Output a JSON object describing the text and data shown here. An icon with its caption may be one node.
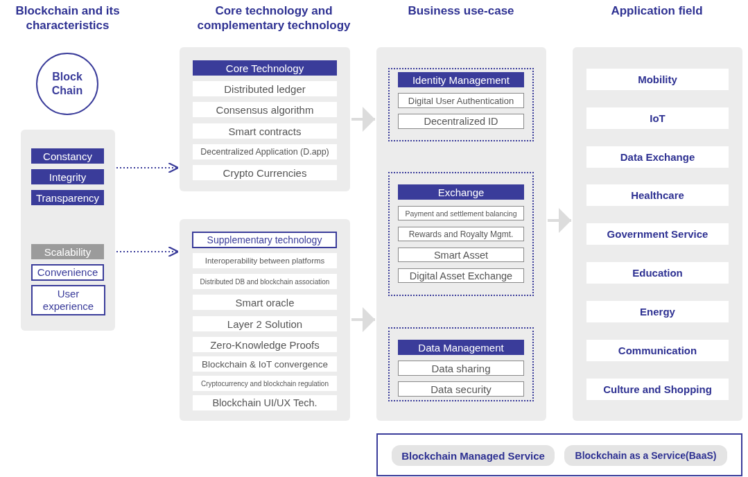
{
  "diagram": {
    "nodes": [
      {
        "text": [
          "Block Chain"
        ]
      },
      {
        "text": [],
        "shape": "box"
      },
      {
        "text": [
          "Constancy"
        ],
        "in": 1
      },
      {
        "text": [
          "Integrity"
        ],
        "in": 1
      },
      {
        "text": [
          "Transparency"
        ],
        "in": 1
      },
      {
        "text": [
          "Scalability"
        ],
        "in": 1
      },
      {
        "text": [
          "Convenience"
        ],
        "in": 1
      },
      {
        "text": [
          "User experience"
        ],
        "in": 1
      },
      {
        "text": [],
        "shape": "box"
      },
      {
        "text": [
          "Core Technology"
        ],
        "in": 8
      },
      {
        "text": [
          "Distributed ledger"
        ],
        "in": 8
      },
      {
        "text": [
          "Consensus algorithm"
        ],
        "in": 8
      },
      {
        "text": [
          "Smart contracts"
        ],
        "in": 8
      },
      {
        "text": [
          "Decentralized Application (D.app)"
        ],
        "in": 8
      },
      {
        "text": [
          "Crypto Currencies"
        ],
        "in": 8
      },
      {
        "text": [],
        "shape": "box"
      },
      {
        "text": [
          "Supplementary technology"
        ],
        "in": 15
      },
      {
        "text": [
          "Interoperability between platforms"
        ],
        "in": 15
      },
      {
        "text": [
          "Distributed DB and blockchain association"
        ],
        "in": 15
      },
      {
        "text": [
          "Smart oracle"
        ],
        "in": 15
      },
      {
        "text": [
          "Layer 2 Solution"
        ],
        "in": 15
      },
      {
        "text": [
          "Zero-Knowledge Proofs"
        ],
        "in": 15
      },
      {
        "text": [
          "Blockchain & IoT convergence"
        ],
        "in": 15
      },
      {
        "text": [
          "Cryptocurrency and blockchain regulation"
        ],
        "in": 15
      },
      {
        "text": [
          "Blockchain UI/UX Tech."
        ],
        "in": 15
      },
      {
        "text": [],
        "shape": "box"
      },
      {
        "text": [],
        "shape": "box",
        "in": 25
      },
      {
        "text": [
          "Identity Management"
        ],
        "in": 26
      },
      {
        "text": [
          "Digital User Authentication"
        ],
        "in": 26
      },
      {
        "text": [
          "Decentralized ID"
        ],
        "in": 26
      },
      {
        "text": [],
        "shape": "box",
        "in": 25
      },
      {
        "text": [
          "Exchange"
        ],
        "in": 30
      },
      {
        "text": [
          "Payment and settlement balancing"
        ],
        "in": 30
      },
      {
        "text": [
          "Rewards and Royalty Mgmt."
        ],
        "in": 30
      },
      {
        "text": [
          "Smart Asset"
        ],
        "in": 30
      },
      {
        "text": [
          "Digital Asset Exchange"
        ],
        "in": 30
      },
      {
        "text": [],
        "shape": "box",
        "in": 25
      },
      {
        "text": [
          "Data Management"
        ],
        "in": 36
      },
      {
        "text": [
          "Data sharing"
        ],
        "in": 36
      },
      {
        "text": [
          "Data security"
        ],
        "in": 36
      },
      {
        "text": [],
        "shape": "box"
      },
      {
        "text": [
          "Mobility"
        ],
        "in": 40
      },
      {
        "text": [
          "IoT"
        ],
        "in": 40
      },
      {
        "text": [
          "Data Exchange"
        ],
        "in": 40
      },
      {
        "text": [
          "Healthcare"
        ],
        "in": 40
      },
      {
        "text": [
          "Government Service"
        ],
        "in": 40
      },
      {
        "text": [
          "Education"
        ],
        "in": 40
      },
      {
        "text": [
          "Energy"
        ],
        "in": 40
      },
      {
        "text": [
          "Communication"
        ],
        "in": 40
      },
      {
        "text": [
          "Culture and Shopping"
        ],
        "in": 40
      },
      {
        "text": [],
        "shape": "box"
      },
      {
        "text": [
          "Blockchain Managed Service"
        ],
        "in": 50
      },
      {
        "text": [
          "Blockchain as a Service(BaaS)"
        ],
        "in": 50
      }
    ],
    "edges": [
      {
        "from": 1,
        "to": 8,
        "arrow": "to",
        "style": "dashed",
        "color": "#3a3c9a"
      },
      {
        "from": 1,
        "to": 15,
        "arrow": "to",
        "style": "dashed",
        "color": "#3a3c9a"
      },
      {
        "from": 8,
        "to": 25,
        "arrow": "to",
        "color": "#dcdcdc"
      },
      {
        "from": 15,
        "to": 25,
        "arrow": "to",
        "color": "#dcdcdc"
      },
      {
        "from": 25,
        "to": 40,
        "arrow": "to",
        "color": "#dcdcdc"
      }
    ],
    "labels": [
      "Blockchain and its characteristics",
      "Core technology and complementary technology",
      "Business use-case",
      "Application field"
    ]
  }
}
